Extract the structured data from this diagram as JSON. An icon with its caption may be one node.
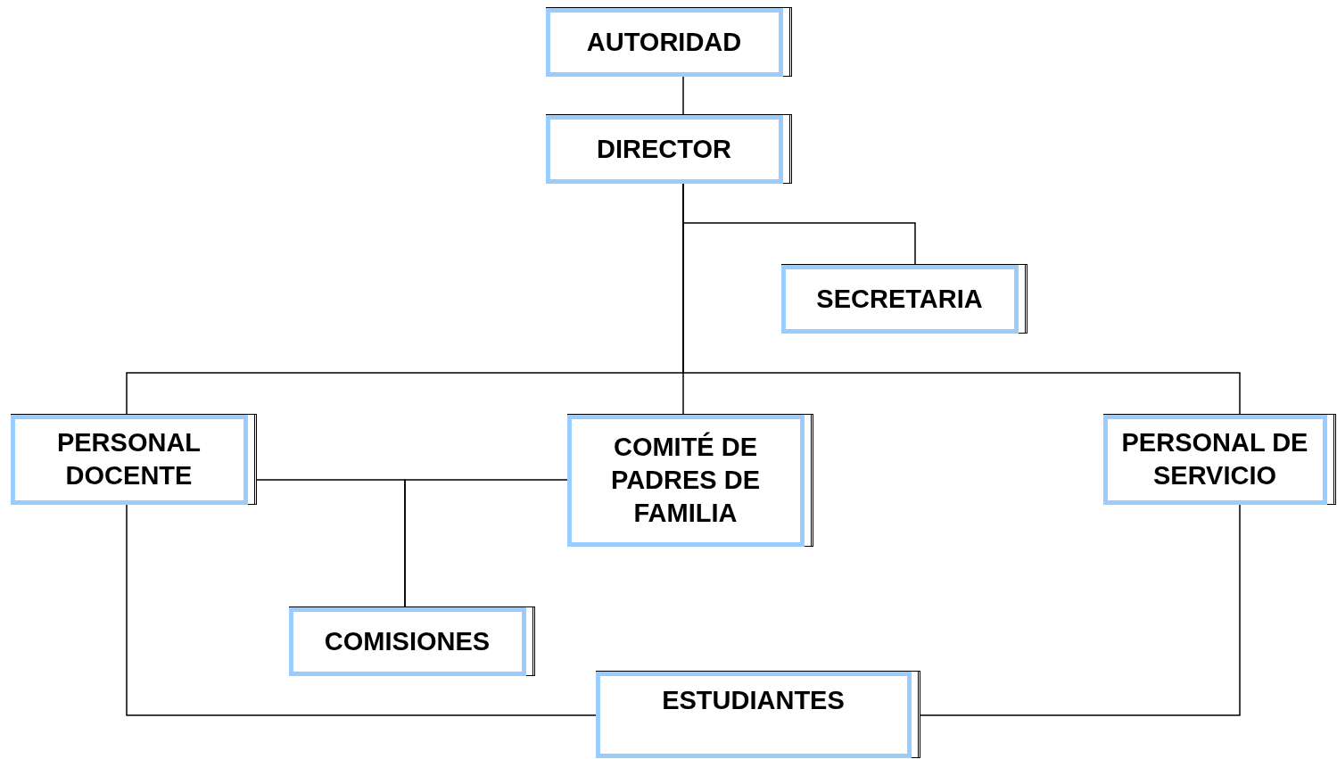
{
  "diagram": {
    "nodes": [
      {
        "text": [
          "AUTORIDAD"
        ]
      },
      {
        "text": [
          "DIRECTOR"
        ]
      },
      {
        "text": [
          "SECRETARIA"
        ]
      },
      {
        "text": [
          "PERSONAL DOCENTE"
        ]
      },
      {
        "text": [
          "COMITÉ DE PADRES DE FAMILIA"
        ]
      },
      {
        "text": [
          "PERSONAL DE SERVICIO"
        ]
      },
      {
        "text": [
          "COMISIONES"
        ]
      },
      {
        "text": [
          "ESTUDIANTES"
        ]
      }
    ],
    "edges": [
      {
        "from": 0,
        "to": 1,
        "arrow": "none"
      },
      {
        "from": 1,
        "to": 2,
        "arrow": "none"
      },
      {
        "from": 1,
        "to": 3,
        "arrow": "none"
      },
      {
        "from": 1,
        "to": 4,
        "arrow": "none"
      },
      {
        "from": 1,
        "to": 5,
        "arrow": "none"
      },
      {
        "from": 3,
        "to": 6,
        "arrow": "none"
      },
      {
        "from": 4,
        "to": 6,
        "arrow": "none"
      },
      {
        "from": 3,
        "to": 7,
        "arrow": "none"
      },
      {
        "from": 5,
        "to": 7,
        "arrow": "none"
      }
    ]
  }
}
